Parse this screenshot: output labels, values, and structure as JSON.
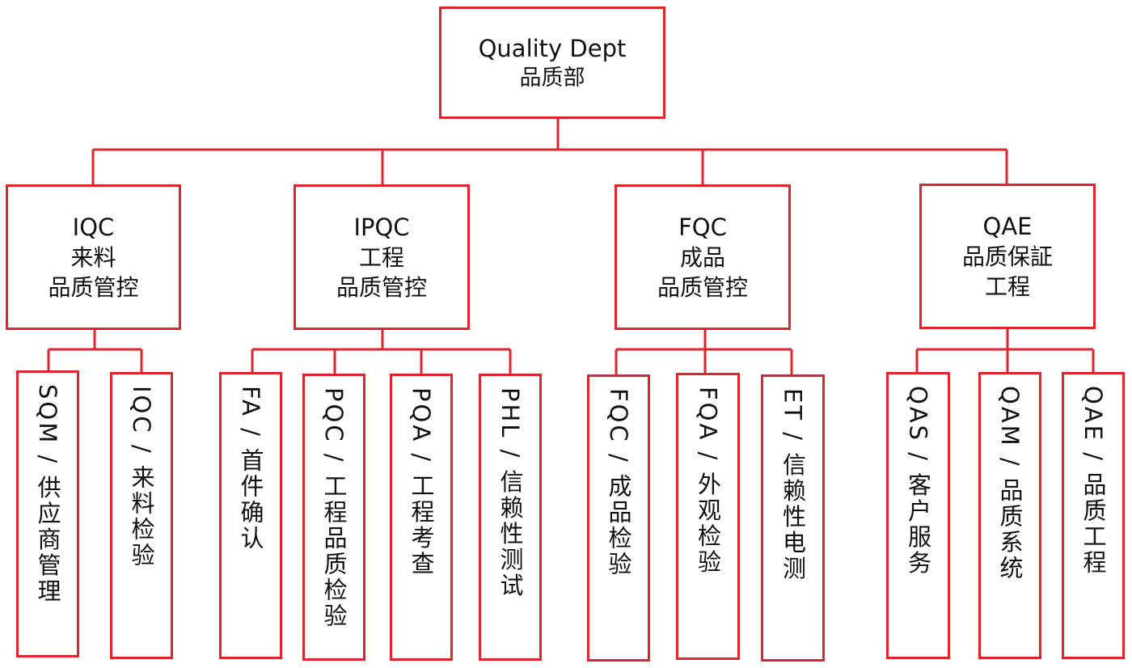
{
  "root": {
    "title_en": "Quality Dept",
    "title_zh": "品质部"
  },
  "departments": [
    {
      "code": "IQC",
      "line1": "来料",
      "line2": "品质管控",
      "children": [
        {
          "label": "SQM / 供应商管理"
        },
        {
          "label": "IQC / 来料检验"
        }
      ]
    },
    {
      "code": "IPQC",
      "line1": "工程",
      "line2": "品质管控",
      "children": [
        {
          "label": "FA / 首件确认"
        },
        {
          "label": "PQC / 工程品质检验"
        },
        {
          "label": "PQA / 工程考查"
        },
        {
          "label": "PHL / 信赖性测试"
        }
      ]
    },
    {
      "code": "FQC",
      "line1": "成品",
      "line2": "品质管控",
      "children": [
        {
          "label": "FQC / 成品检验"
        },
        {
          "label": "FQA / 外观检验"
        },
        {
          "label": "ET / 信赖性电测"
        }
      ]
    },
    {
      "code": "QAE",
      "line1": "品质保証",
      "line2": "工程",
      "children": [
        {
          "label": "QAS / 客户服务"
        },
        {
          "label": "QAM / 品质系统"
        },
        {
          "label": "QAE / 品质工程"
        }
      ]
    }
  ],
  "colors": {
    "line": "#e0242e",
    "text": "#111111"
  }
}
